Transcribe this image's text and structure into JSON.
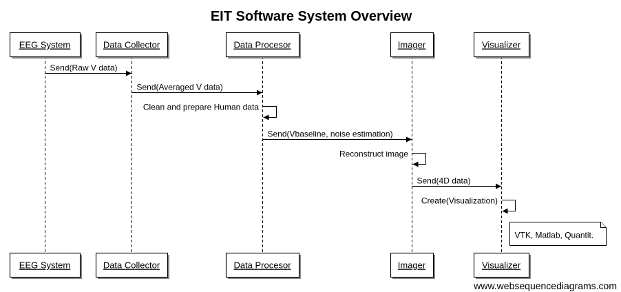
{
  "diagram": {
    "title": "EIT Software System Overview",
    "participants": [
      {
        "id": "eeg",
        "label": "EEG System"
      },
      {
        "id": "collector",
        "label": "Data Collector"
      },
      {
        "id": "procesor",
        "label": "Data Procesor"
      },
      {
        "id": "imager",
        "label": "Imager"
      },
      {
        "id": "visualizer",
        "label": "Visualizer"
      }
    ],
    "messages": [
      {
        "from": "eeg",
        "to": "collector",
        "label": "Send(Raw V data)"
      },
      {
        "from": "collector",
        "to": "procesor",
        "label": "Send(Averaged V data)"
      },
      {
        "from": "procesor",
        "to": "procesor",
        "label": "Clean and prepare Human data"
      },
      {
        "from": "procesor",
        "to": "imager",
        "label": "Send(Vbaseline, noise estimation)"
      },
      {
        "from": "imager",
        "to": "imager",
        "label": "Reconstruct image"
      },
      {
        "from": "imager",
        "to": "visualizer",
        "label": "Send(4D data)"
      },
      {
        "from": "visualizer",
        "to": "visualizer",
        "label": "Create(Visualization)"
      }
    ],
    "note": {
      "over": "visualizer",
      "text": "VTK, Matlab, Quantit."
    },
    "watermark": "www.websequencediagrams.com"
  }
}
